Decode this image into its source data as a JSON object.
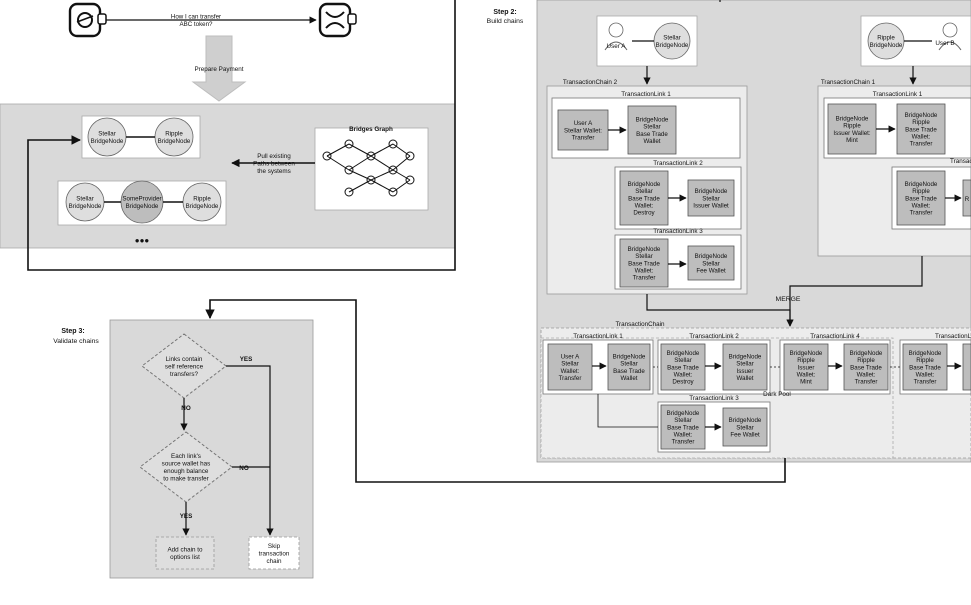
{
  "colors": {
    "panel": "#d9d9d9",
    "box": "#bdbdbd",
    "inner": "#ececec",
    "white": "#ffffff",
    "stroke": "#111111",
    "text": "#111111"
  },
  "step1": {
    "question": [
      "How I can transfer",
      "ABC token?"
    ],
    "prepare_payment": "Prepare Payment",
    "stellar_bridgenode": [
      "Stellar",
      "BridgeNode"
    ],
    "ripple_bridgenode": [
      "Ripple",
      "BridgeNode"
    ],
    "someprovider_bridgenode": [
      "SomeProvider",
      "BridgeNode"
    ],
    "pull_paths": [
      "Pull existing",
      "Paths between",
      "the systems"
    ],
    "bridges_graph": "Bridges Graph",
    "more": "●●●"
  },
  "step2": {
    "label": "Step 2:",
    "sublabel": "Build chains",
    "user_a": "User A",
    "user_b": "User B",
    "stellar_bridgenode": [
      "Stellar",
      "BridgeNode"
    ],
    "ripple_bridgenode": [
      "Ripple",
      "BridgeNode"
    ],
    "tc2": {
      "title": "TransactionChain 2",
      "links": [
        {
          "title": "TransactionLink 1",
          "from": [
            "User A",
            "Stellar Wallet:",
            "Transfer"
          ],
          "to": [
            "BridgeNode",
            "Stellar",
            "Base Trade",
            "Wallet"
          ]
        },
        {
          "title": "TransactionLink 2",
          "from": [
            "BridgeNode",
            "Stellar",
            "Base Trade",
            "Wallet:",
            "Destroy"
          ],
          "to": [
            "BridgeNode",
            "Stellar",
            "Issuer Wallet"
          ]
        },
        {
          "title": "TransactionLink 3",
          "from": [
            "BridgeNode",
            "Stellar",
            "Base Trade",
            "Wallet:",
            "Transfer"
          ],
          "to": [
            "BridgeNode",
            "Stellar",
            "Fee Wallet"
          ]
        }
      ]
    },
    "tc1": {
      "title": "TransactionChain 1",
      "links": [
        {
          "title": "TransactionLink 1",
          "from": [
            "BridgeNode",
            "Ripple",
            "Issuer Wallet:",
            "Mint"
          ],
          "to": [
            "BridgeNode",
            "Ripple",
            "Base Trade",
            "Wallet:",
            "Transfer"
          ]
        },
        {
          "title": "TransactionLink",
          "from": [
            "BridgeNode",
            "Ripple",
            "Base Trade",
            "Wallet:",
            "Transfer"
          ],
          "to": [
            "R"
          ]
        }
      ]
    },
    "merge": "MERGE",
    "merged": {
      "title": "TransactionChain",
      "dark_pool": "Dark Pool",
      "links": [
        {
          "title": "TransactionLink 1",
          "from": [
            "User A",
            "Stellar",
            "Wallet:",
            "Transfer"
          ],
          "to": [
            "BridgeNode",
            "Stellar",
            "Base Trade",
            "Wallet"
          ]
        },
        {
          "title": "TransactionLink 2",
          "from": [
            "BridgeNode",
            "Stellar",
            "Base Trade",
            "Wallet:",
            "Destroy"
          ],
          "to": [
            "BridgeNode",
            "Stellar",
            "Issuer",
            "Wallet"
          ]
        },
        {
          "title": "TransactionLink 4",
          "from": [
            "BridgeNode",
            "Ripple",
            "Issuer",
            "Wallet:",
            "Mint"
          ],
          "to": [
            "BridgeNode",
            "Ripple",
            "Base Trade",
            "Wallet:",
            "Transfer"
          ]
        },
        {
          "title": "TransactionL",
          "from": [
            "BridgeNode",
            "Ripple",
            "Base Trade",
            "Wallet:",
            "Transfer"
          ],
          "to": []
        },
        {
          "title": "TransactionLink 3",
          "from": [
            "BridgeNode",
            "Stellar",
            "Base Trade",
            "Wallet:",
            "Transfer"
          ],
          "to": [
            "BridgeNode",
            "Stellar",
            "Fee Wallet"
          ]
        }
      ]
    }
  },
  "step3": {
    "label": "Step 3:",
    "sublabel": "Validate chains",
    "decision1": [
      "Links contain",
      "self reference",
      "transfers?"
    ],
    "decision2": [
      "Each link's",
      "source wallet has",
      "enough balance",
      "to make transfer"
    ],
    "yes": "YES",
    "no": "NO",
    "add_chain": [
      "Add chain to",
      "options list"
    ],
    "skip": [
      "Skip",
      "transaction",
      "chain"
    ]
  }
}
